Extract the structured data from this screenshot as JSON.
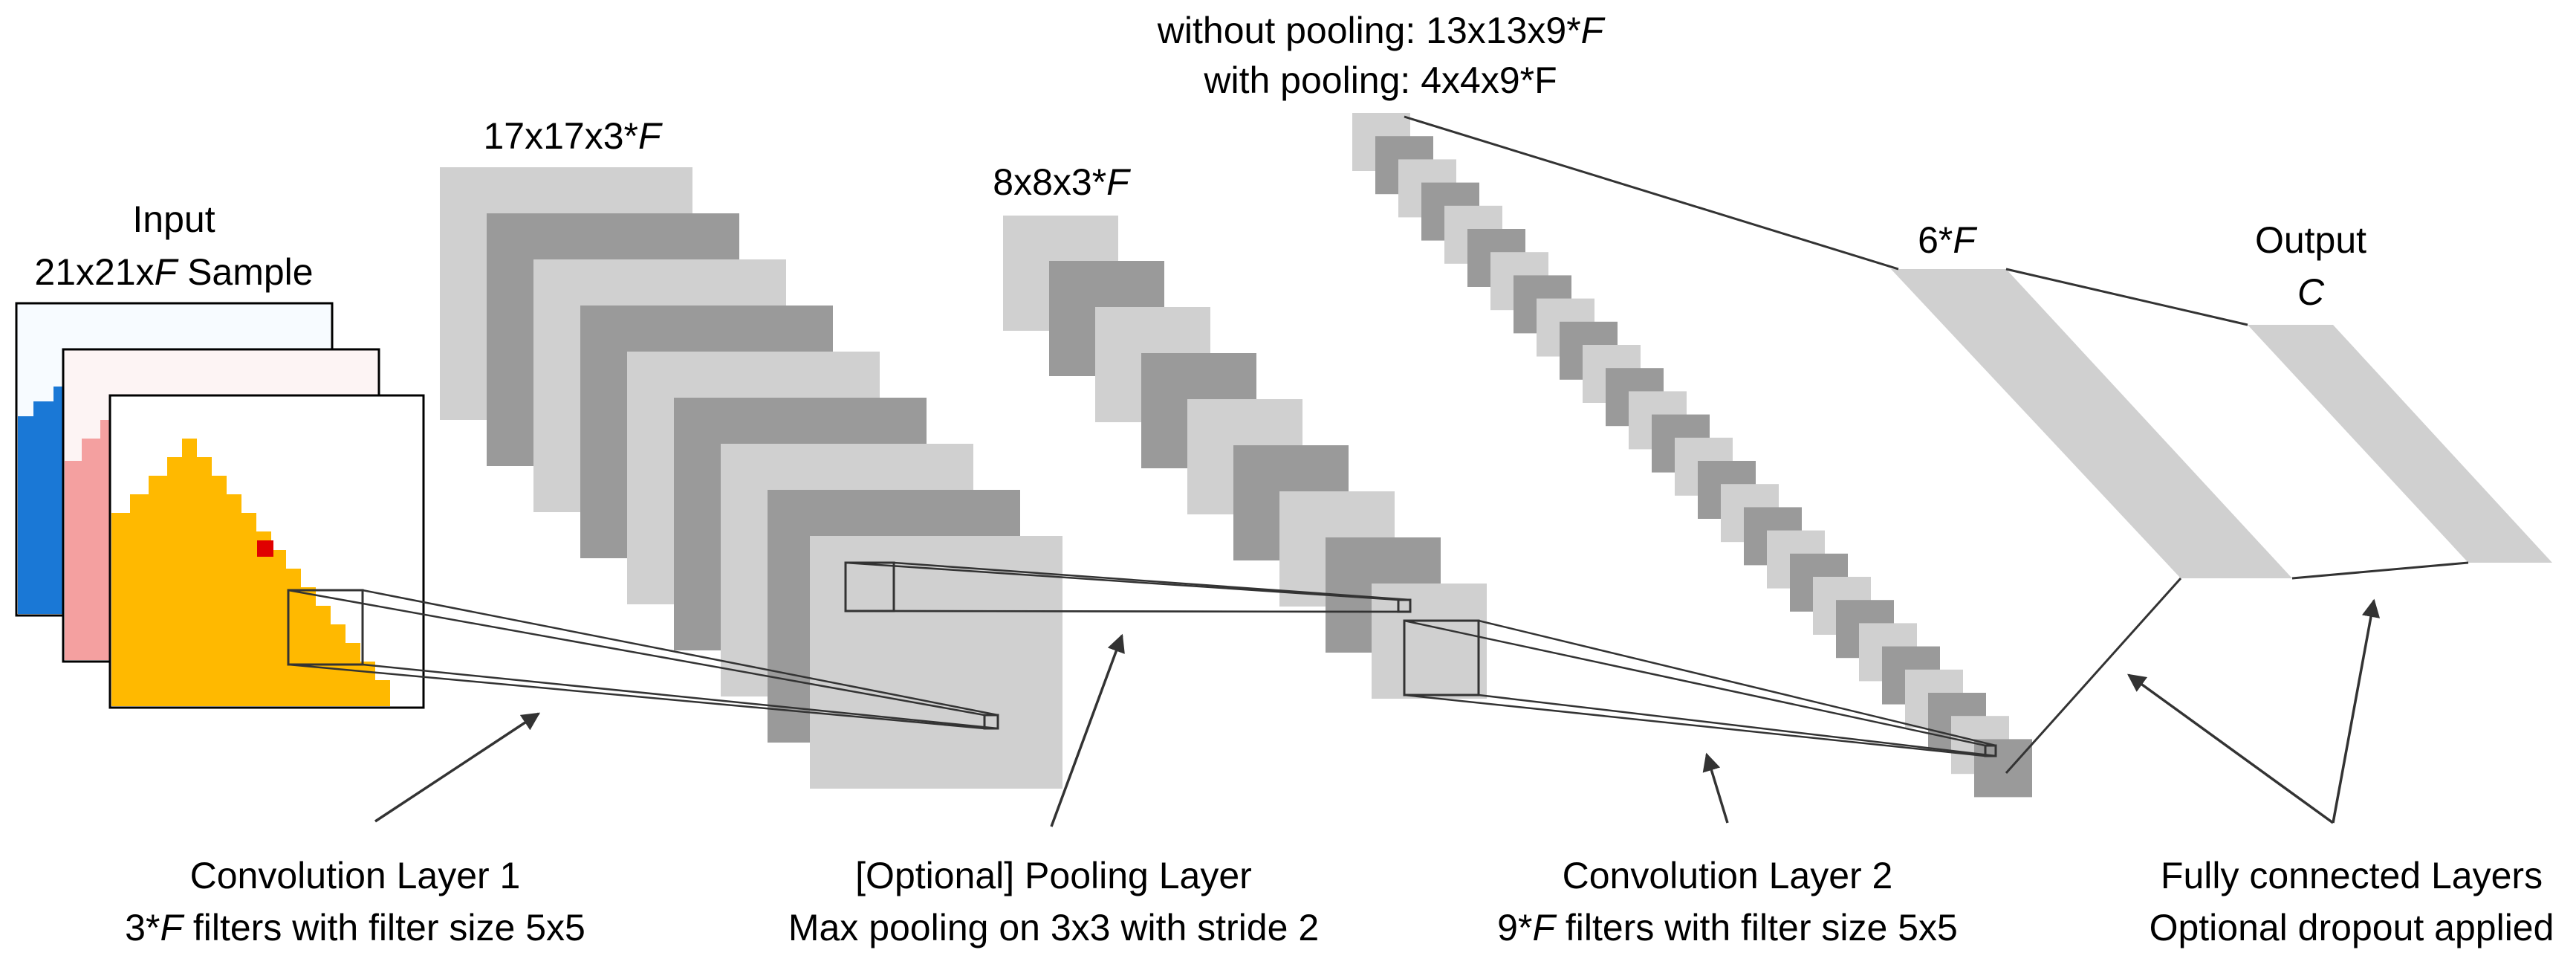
{
  "colors": {
    "light_gray": "#d0d0d0",
    "dark_gray": "#9a9a9a",
    "blue": "#1a78d6",
    "pink": "#f4a0a0",
    "orange": "#ffb900",
    "red_pixel": "#e00000",
    "line": "#333333"
  },
  "labels": {
    "input_line1": "Input",
    "input_line2_a": "21x21x",
    "input_line2_var": "F",
    "input_line2_b": " Sample",
    "conv1_dims_a": "17x17x3*",
    "conv1_dims_var": "F",
    "pool_dims_a": "8x8x3*",
    "pool_dims_var": "F",
    "conv2_dims_line1_a": "without pooling: 13x13x9*",
    "conv2_dims_line1_var": "F",
    "conv2_dims_line2": "with pooling: 4x4x9*F",
    "fc_dims_a": "6*",
    "fc_dims_var": "F",
    "output_line1": "Output",
    "output_line2": "C",
    "conv1_title": "Convolution Layer 1",
    "conv1_desc_a": "3*",
    "conv1_desc_var": "F",
    "conv1_desc_b": " filters with filter size 5x5",
    "pool_title": "[Optional] Pooling Layer",
    "pool_desc": "Max pooling on 3x3 with stride 2",
    "conv2_title": "Convolution Layer 2",
    "conv2_desc_a": "9*",
    "conv2_desc_var": "F",
    "conv2_desc_b": " filters with filter size 5x5",
    "fc_title": "Fully connected Layers",
    "fc_desc": "Optional dropout applied"
  }
}
